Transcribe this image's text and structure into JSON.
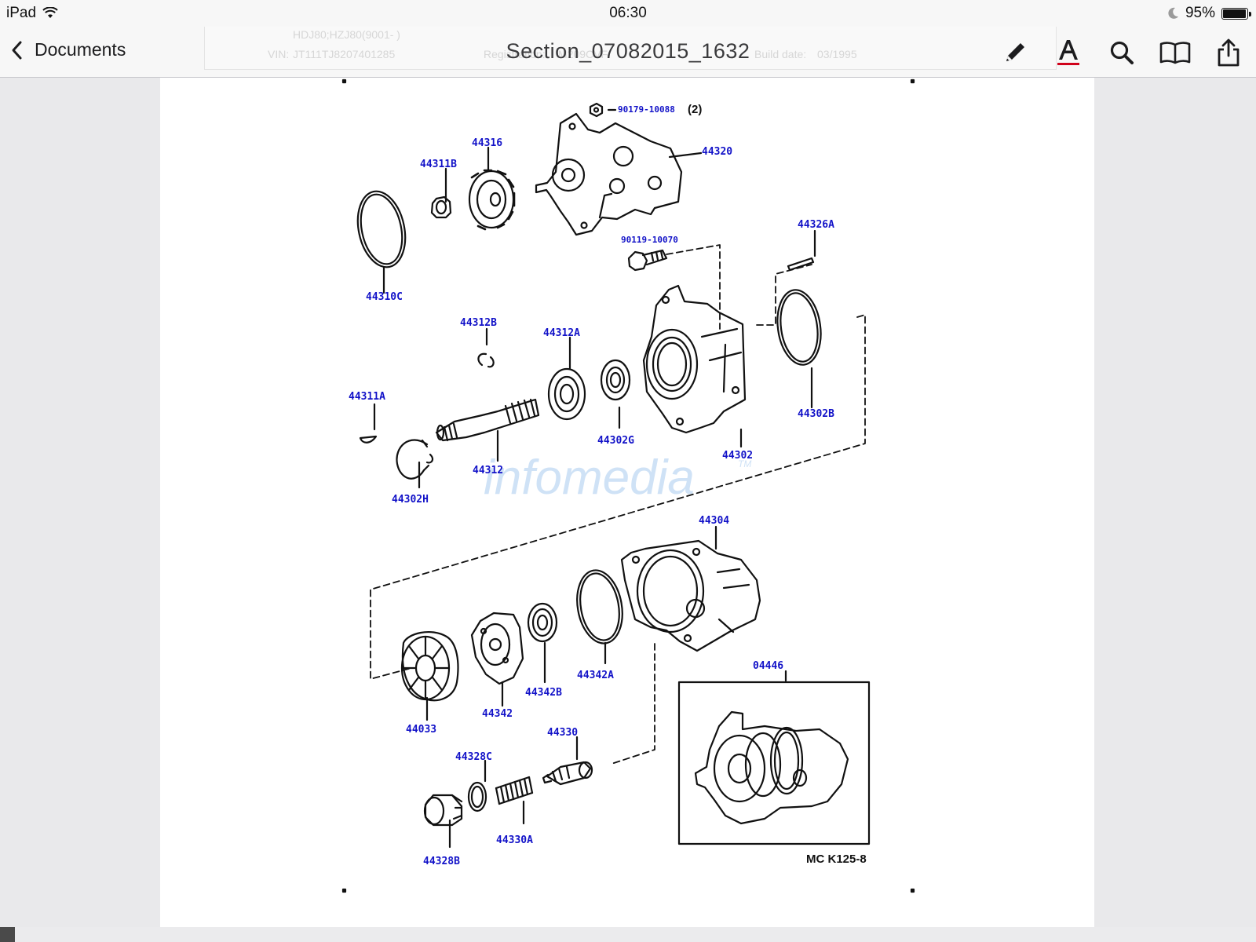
{
  "status_bar": {
    "device": "iPad",
    "time": "06:30",
    "battery": "95%",
    "battery_level": 0.95
  },
  "nav": {
    "back_label": "Documents",
    "title": "Section_07082015_1632",
    "tools": [
      "pencil-icon",
      "text-format-icon",
      "search-icon",
      "book-icon",
      "share-icon"
    ],
    "ghost_header": {
      "model_value": "HDJ80;HZJ80(9001-  )",
      "vin_label": "VIN:",
      "vin_value": "JT111TJ8207401285",
      "registration_label": "Registration:",
      "registration_value": "M209CVF",
      "build_label": "Build date:",
      "build_value": "03/1995"
    }
  },
  "diagram": {
    "part_labels": {
      "p90179": "90179-10088",
      "qty2": "(2)",
      "p44320": "44320",
      "p44316": "44316",
      "p44311B": "44311B",
      "p44310C": "44310C",
      "p90119": "90119-10070",
      "p44326A": "44326A",
      "p44312B": "44312B",
      "p44312A": "44312A",
      "p44311A": "44311A",
      "p44302G": "44302G",
      "p44302B": "44302B",
      "p44302": "44302",
      "p44312": "44312",
      "p44302H": "44302H",
      "p44304": "44304",
      "p44342A": "44342A",
      "p44342B": "44342B",
      "p44342": "44342",
      "p44033": "44033",
      "p04446": "04446",
      "p44330": "44330",
      "p44328C": "44328C",
      "p44330A": "44330A",
      "p44328B": "44328B"
    },
    "figure_code": "MC  K125-8",
    "watermark": "infomedia",
    "watermark_tm": "TM"
  },
  "colors": {
    "label_blue": "#1212c8",
    "ink": "#111111",
    "watermark": "#cfe2f6",
    "toolbar_red": "#d0021b"
  }
}
